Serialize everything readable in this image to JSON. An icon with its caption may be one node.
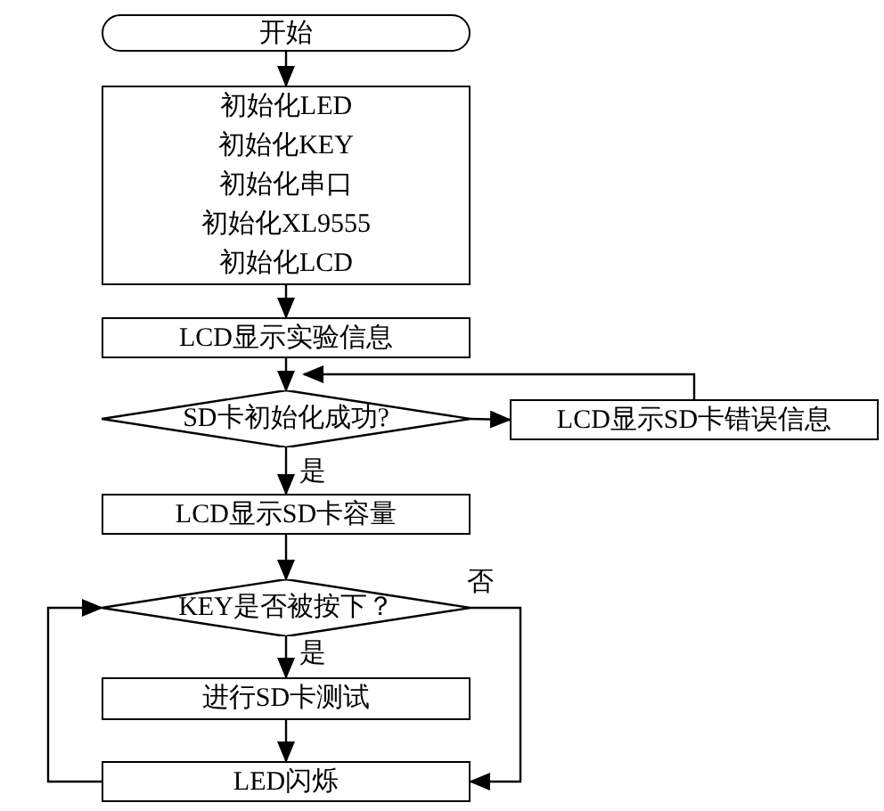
{
  "diagram": {
    "nodes": [
      {
        "text": [
          "开始"
        ]
      },
      {
        "text": [
          "初始化LED",
          "初始化KEY",
          "初始化串口",
          "初始化XL9555",
          "初始化LCD"
        ]
      },
      {
        "text": [
          "LCD显示实验信息"
        ]
      },
      {
        "text": [
          "SD卡初始化成功?"
        ]
      },
      {
        "text": [
          "LCD显示SD卡错误信息"
        ]
      },
      {
        "text": [
          "LCD显示SD卡容量"
        ]
      },
      {
        "text": [
          "KEY是否被按下？"
        ]
      },
      {
        "text": [
          "进行SD卡测试"
        ]
      },
      {
        "text": [
          "LED闪烁"
        ]
      }
    ],
    "edges": [
      {
        "from": 0,
        "to": 1,
        "arrow": "to"
      },
      {
        "from": 1,
        "to": 2,
        "arrow": "to"
      },
      {
        "from": 2,
        "to": 3,
        "arrow": "to"
      },
      {
        "from": 3,
        "to": 4,
        "arrow": "to"
      },
      {
        "from": 4,
        "to": 3,
        "arrow": "to"
      },
      {
        "from": 3,
        "to": 5,
        "label": "是",
        "arrow": "to"
      },
      {
        "from": 5,
        "to": 6,
        "arrow": "to"
      },
      {
        "from": 6,
        "to": 7,
        "label": "是",
        "arrow": "to"
      },
      {
        "from": 7,
        "to": 8,
        "arrow": "to"
      },
      {
        "from": 6,
        "to": 8,
        "label": "否",
        "arrow": "to"
      },
      {
        "from": 8,
        "to": 6,
        "arrow": "to"
      }
    ]
  }
}
